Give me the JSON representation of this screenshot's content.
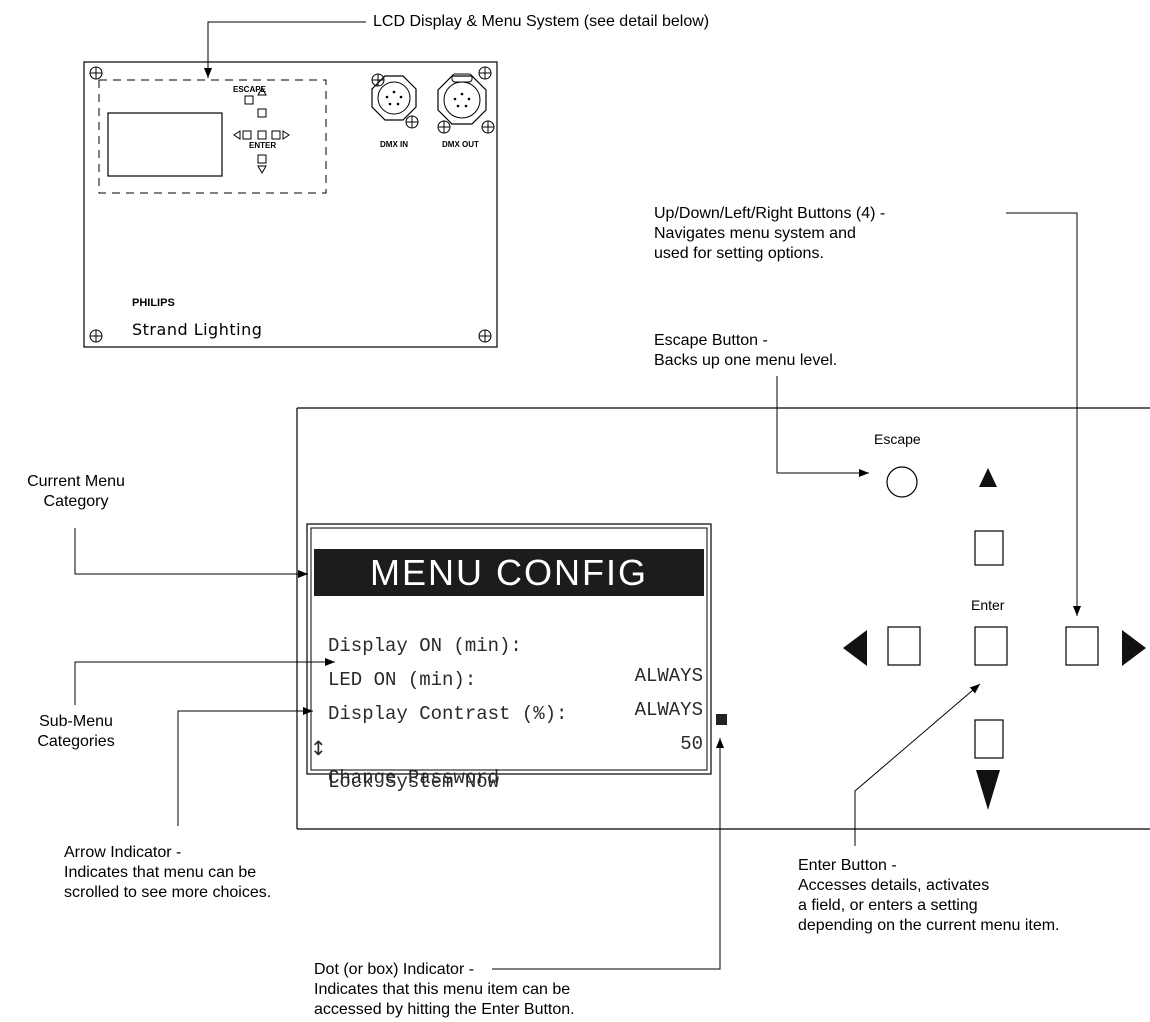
{
  "callouts": {
    "lcd_display": "LCD Display & Menu System (see detail below)",
    "nav_buttons": [
      "Up/Down/Left/Right Buttons (4) -",
      "Navigates menu system and",
      "used for setting options."
    ],
    "escape_button": [
      "Escape Button -",
      "Backs up one menu level."
    ],
    "current_menu": [
      "Current Menu",
      "Category"
    ],
    "sub_menu": [
      "Sub-Menu",
      "Categories"
    ],
    "arrow_indicator": [
      "Arrow Indicator -",
      "Indicates that menu can be",
      "scrolled to see more choices."
    ],
    "enter_button": [
      "Enter Button -",
      "Accesses details, activates",
      "a field, or enters a setting",
      "depending on the current menu item."
    ],
    "dot_indicator": [
      "Dot (or box) Indicator -",
      "Indicates that this menu item can be",
      "accessed by hitting the Enter Button."
    ]
  },
  "panel": {
    "escape_label": "ESCAPE",
    "enter_label": "ENTER",
    "dmx_in_label": "DMX IN",
    "dmx_out_label": "DMX OUT",
    "brand": "PHILIPS",
    "brand_sub": "Strand Lighting"
  },
  "lcd": {
    "title": "MENU CONFIG",
    "rows": [
      {
        "name": "Display ON (min):",
        "value": "ALWAYS"
      },
      {
        "name": "LED ON (min):",
        "value": "ALWAYS"
      },
      {
        "name": "Display Contrast (%):",
        "value": "50"
      },
      {
        "name": "Change Password",
        "value": ""
      },
      {
        "name": "Lock System Now",
        "value": ""
      }
    ],
    "scroll_arrow": "↕"
  },
  "detail": {
    "escape_label": "Escape",
    "enter_label": "Enter"
  }
}
